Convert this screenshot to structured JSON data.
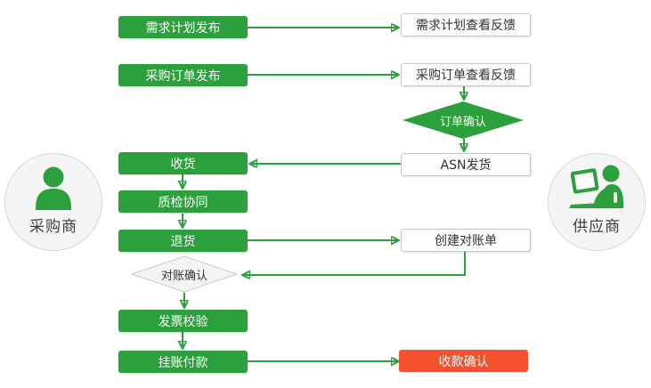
{
  "colors": {
    "green": "#2ca03c",
    "red": "#f4512e",
    "box_bg": "#fdfdfd",
    "box_border": "#c8c8c8",
    "diamond_bg": "#f4f4f4",
    "diamond_border": "#c9c9c9",
    "text_dark": "#3d3d3d",
    "circle_bg": "#f5f5f5",
    "circle_border": "#d6d6d6"
  },
  "actors": {
    "buyer": {
      "label": "采购商"
    },
    "supplier": {
      "label": "供应商"
    }
  },
  "nodes": {
    "demand_plan_publish": {
      "label": "需求计划发布"
    },
    "demand_plan_feedback": {
      "label": "需求计划查看反馈"
    },
    "po_publish": {
      "label": "采购订单发布"
    },
    "po_feedback": {
      "label": "采购订单查看反馈"
    },
    "order_confirm": {
      "label": "订单确认"
    },
    "asn_ship": {
      "label": "ASN发货"
    },
    "receive": {
      "label": "收货"
    },
    "quality_sync": {
      "label": "质检协同"
    },
    "return_goods": {
      "label": "退货"
    },
    "create_statement": {
      "label": "创建对账单"
    },
    "statement_confirm": {
      "label": "对账确认"
    },
    "invoice_check": {
      "label": "发票校验"
    },
    "book_payment": {
      "label": "挂账付款"
    },
    "receipt_confirm": {
      "label": "收款确认"
    }
  }
}
